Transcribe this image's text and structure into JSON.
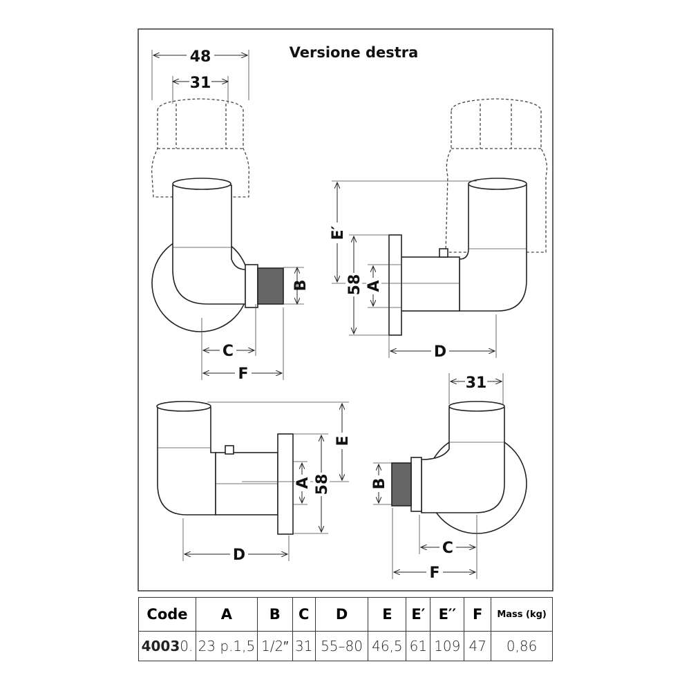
{
  "title": "Versione destra",
  "dimensions": {
    "top_left": {
      "outer_width": "48",
      "inner_width": "31",
      "b": "B",
      "c": "C",
      "f": "F"
    },
    "top_right": {
      "e_prime": "E′",
      "height_58": "58",
      "a": "A",
      "d": "D"
    },
    "bottom_left": {
      "e": "E",
      "height_58": "58",
      "a": "A",
      "d": "D"
    },
    "bottom_right": {
      "width_31": "31",
      "b": "B",
      "c": "C",
      "f": "F"
    }
  },
  "table": {
    "headers": [
      "Code",
      "A",
      "B",
      "C",
      "D",
      "E",
      "E′",
      "E′′",
      "F",
      "Mass (kg)"
    ],
    "row": {
      "code_bold": "4003",
      "code_suffix": "0.",
      "values": [
        "23 p.1,5",
        "1/2″",
        "31",
        "55–80",
        "46,5",
        "61",
        "109",
        "47",
        "0,86"
      ]
    }
  }
}
